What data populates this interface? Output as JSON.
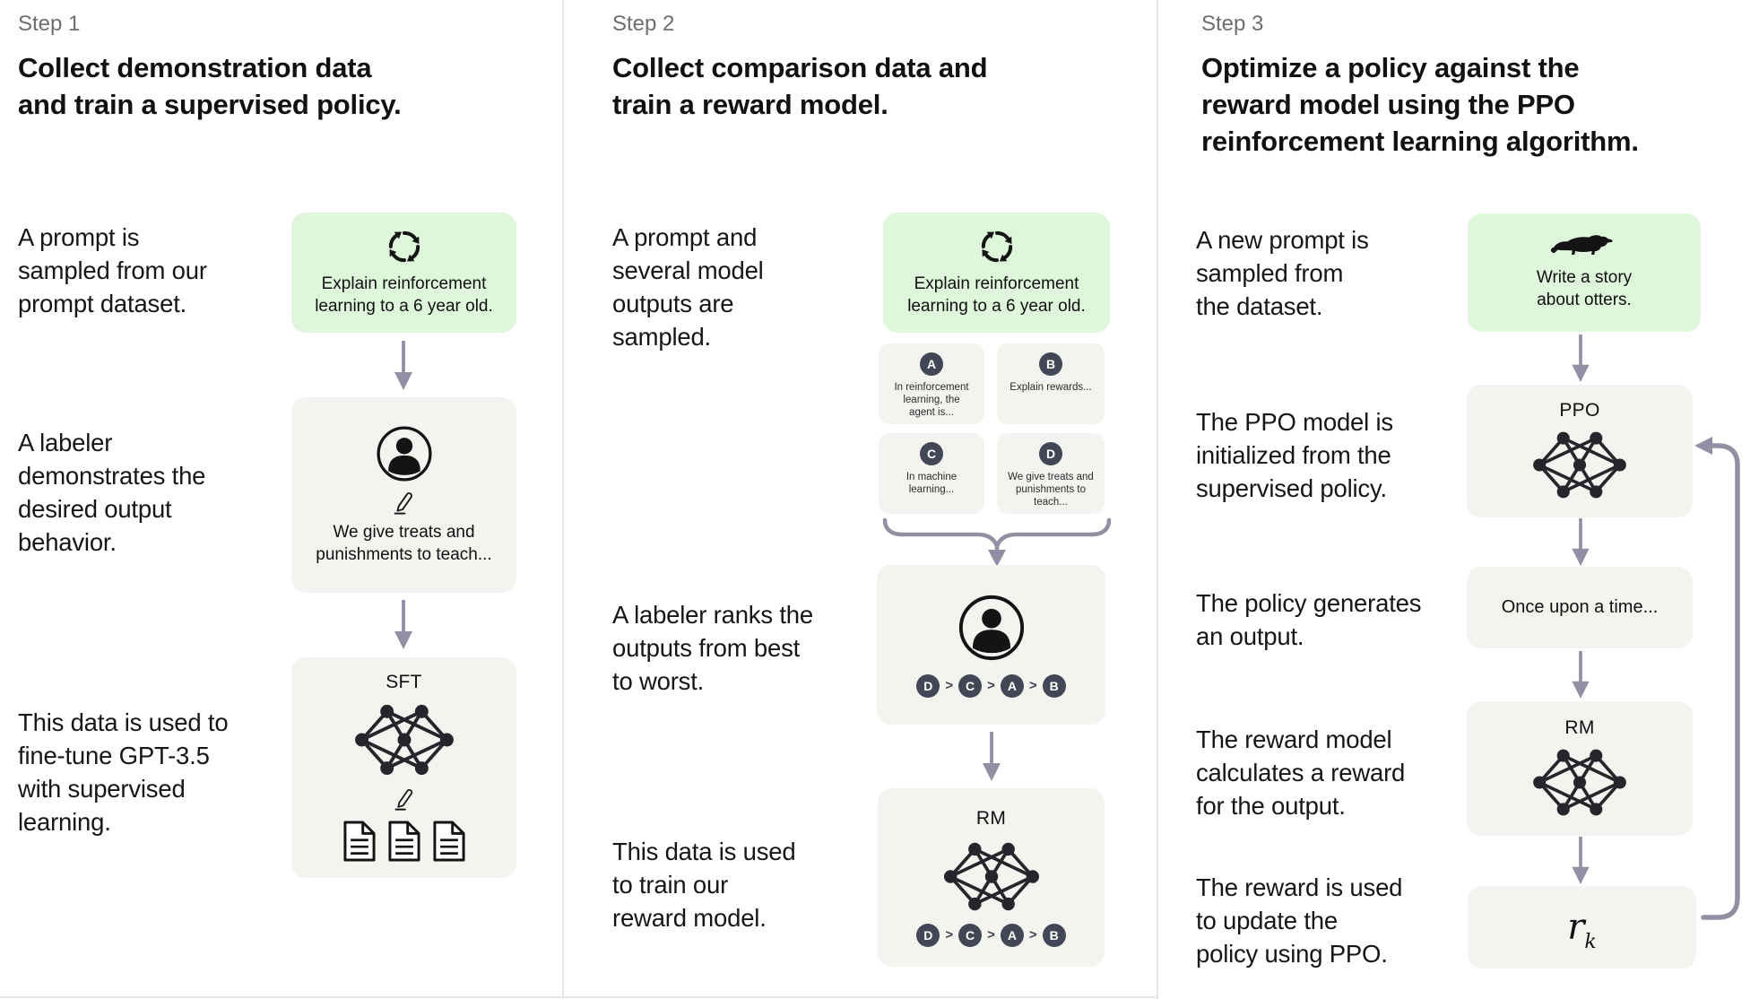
{
  "meta": {
    "colors": {
      "background": "#ffffff",
      "prompt_green": "#def7da",
      "box_gray": "#f3f3f0",
      "badge_dark": "#414754",
      "arrow_gray": "#908fa4",
      "divider_gray": "#e6e6e6",
      "title_black": "#111111",
      "step_label_gray": "#6e6e6e"
    },
    "icons": {
      "prompt_sampling": "refresh-cycle-icon",
      "labeler": "person-in-circle-icon",
      "demonstration": "pencil-icon",
      "training_data": "documents-icon",
      "model": "neural-network-icon",
      "otter_prompt": "otter-silhouette-icon",
      "flow": "down-arrow-icon",
      "merge": "curly-brace-icon",
      "feedback": "loop-arrow-icon"
    }
  },
  "step1": {
    "label": "Step 1",
    "title": "Collect demonstration data\nand train a supervised policy.",
    "texts": [
      "A prompt is\nsampled from our\nprompt dataset.",
      "A labeler\ndemonstrates the\ndesired output\nbehavior.",
      "This data is used to\nfine-tune GPT-3.5\nwith supervised\nlearning."
    ],
    "prompt_box": {
      "caption": "Explain reinforcement\nlearning to a 6 year old."
    },
    "labeler_box": {
      "caption": "We give treats and\npunishments to teach..."
    },
    "sft_box": {
      "label": "SFT"
    }
  },
  "step2": {
    "label": "Step 2",
    "title": "Collect comparison data and\ntrain a reward model.",
    "texts": [
      "A prompt and\nseveral model\noutputs are\nsampled.",
      "A labeler ranks the\noutputs from best\nto worst.",
      "This data is used\nto train our\nreward model."
    ],
    "prompt_box": {
      "caption": "Explain reinforcement\nlearning to a 6 year old."
    },
    "outputs": [
      {
        "letter": "A",
        "text": "In reinforcement\nlearning, the\nagent is..."
      },
      {
        "letter": "B",
        "text": "Explain rewards..."
      },
      {
        "letter": "C",
        "text": "In machine\nlearning..."
      },
      {
        "letter": "D",
        "text": "We give treats and\npunishments to\nteach..."
      }
    ],
    "ranking": [
      "D",
      "C",
      "A",
      "B"
    ],
    "ranking_separator": ">",
    "rm_box": {
      "label": "RM"
    }
  },
  "step3": {
    "label": "Step 3",
    "title": "Optimize a policy against the\nreward model using the PPO\nreinforcement learning algorithm.",
    "texts": [
      "A new prompt is\nsampled from\nthe dataset.",
      "The PPO model is\ninitialized from the\nsupervised policy.",
      "The policy generates\nan output.",
      "The reward model\ncalculates a reward\nfor the output.",
      "The reward is used\nto update the\npolicy using PPO."
    ],
    "prompt_box": {
      "caption": "Write a story\nabout otters."
    },
    "ppo_box": {
      "label": "PPO"
    },
    "output_box": {
      "text": "Once upon a time..."
    },
    "rm_box": {
      "label": "RM"
    },
    "reward_box": {
      "main": "r",
      "sub": "k"
    }
  }
}
